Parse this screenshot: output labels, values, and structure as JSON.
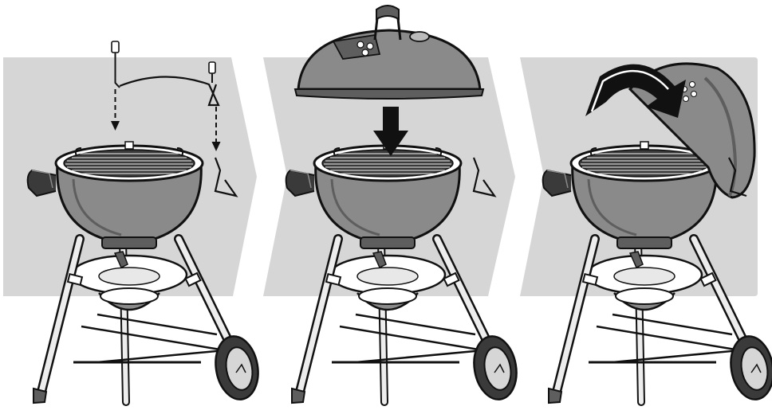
{
  "diagram": {
    "steps": [
      {
        "id": 1,
        "action": "attach-lid-holder"
      },
      {
        "id": 2,
        "action": "place-lid-on-bowl"
      },
      {
        "id": 3,
        "action": "hang-lid-on-holder"
      }
    ],
    "colors": {
      "panel": "#d6d6d6",
      "kettle": "#8a8a8a",
      "kettle_dark": "#5e5e5e",
      "grate": "#3a3a3a",
      "outline": "#111111",
      "leg": "#ededed",
      "arrow": "#111111",
      "white": "#ffffff"
    },
    "icons": [
      "kettle-grill",
      "lid-holder",
      "dome-lid",
      "down-arrow",
      "curved-arrow",
      "wheel"
    ]
  }
}
